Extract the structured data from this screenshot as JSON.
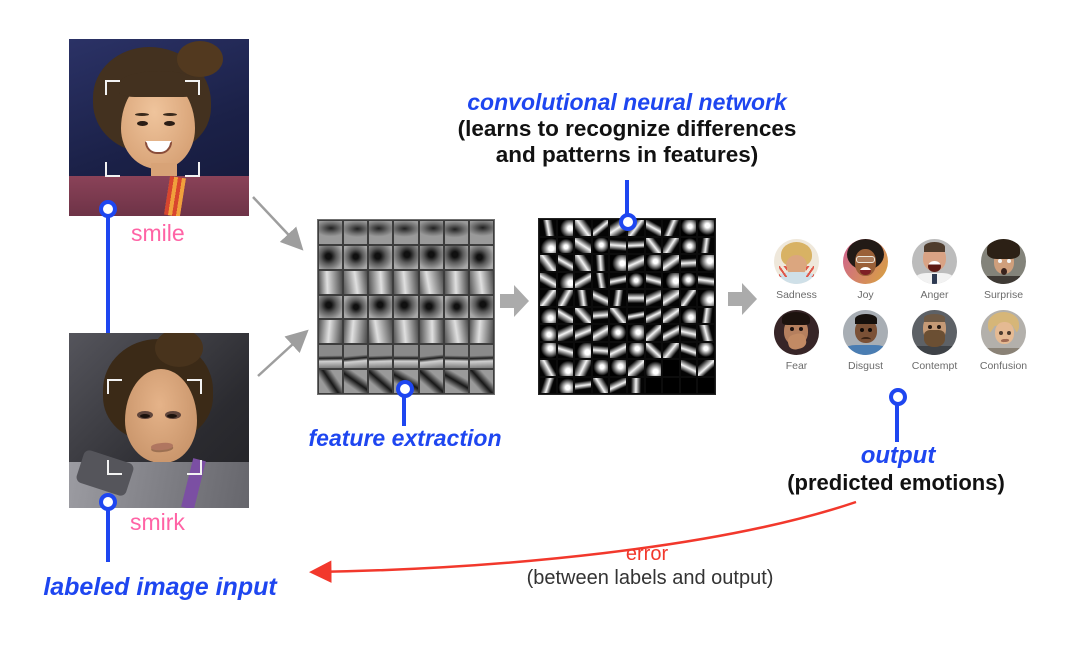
{
  "title": {
    "line1": "convolutional neural network",
    "line2": "(learns to recognize differences",
    "line3": "and patterns in features)"
  },
  "inputs": {
    "top_label": "smile",
    "bottom_label": "smirk",
    "caption": "labeled image input"
  },
  "feature_extraction": {
    "label": "feature extraction"
  },
  "output": {
    "label": "output",
    "caption": "(predicted emotions)",
    "emotions": [
      {
        "label": "Sadness"
      },
      {
        "label": "Joy"
      },
      {
        "label": "Anger"
      },
      {
        "label": "Surprise"
      },
      {
        "label": "Fear"
      },
      {
        "label": "Disgust"
      },
      {
        "label": "Contempt"
      },
      {
        "label": "Confusion"
      }
    ]
  },
  "error": {
    "label": "error",
    "caption": "(between labels and output)"
  },
  "icons": {
    "connector_node": "circle-node-icon",
    "flow_arrow": "block-arrow-right-icon",
    "input_arrow": "thin-arrow-icon",
    "error_arrow": "curved-red-arrow-icon"
  },
  "colors": {
    "accent_blue": "#1e46f0",
    "label_pink": "#ff63a5",
    "error_red": "#f2382c",
    "arrow_gray": "#9e9e9e",
    "emotion_label_gray": "#6b6b6b"
  }
}
